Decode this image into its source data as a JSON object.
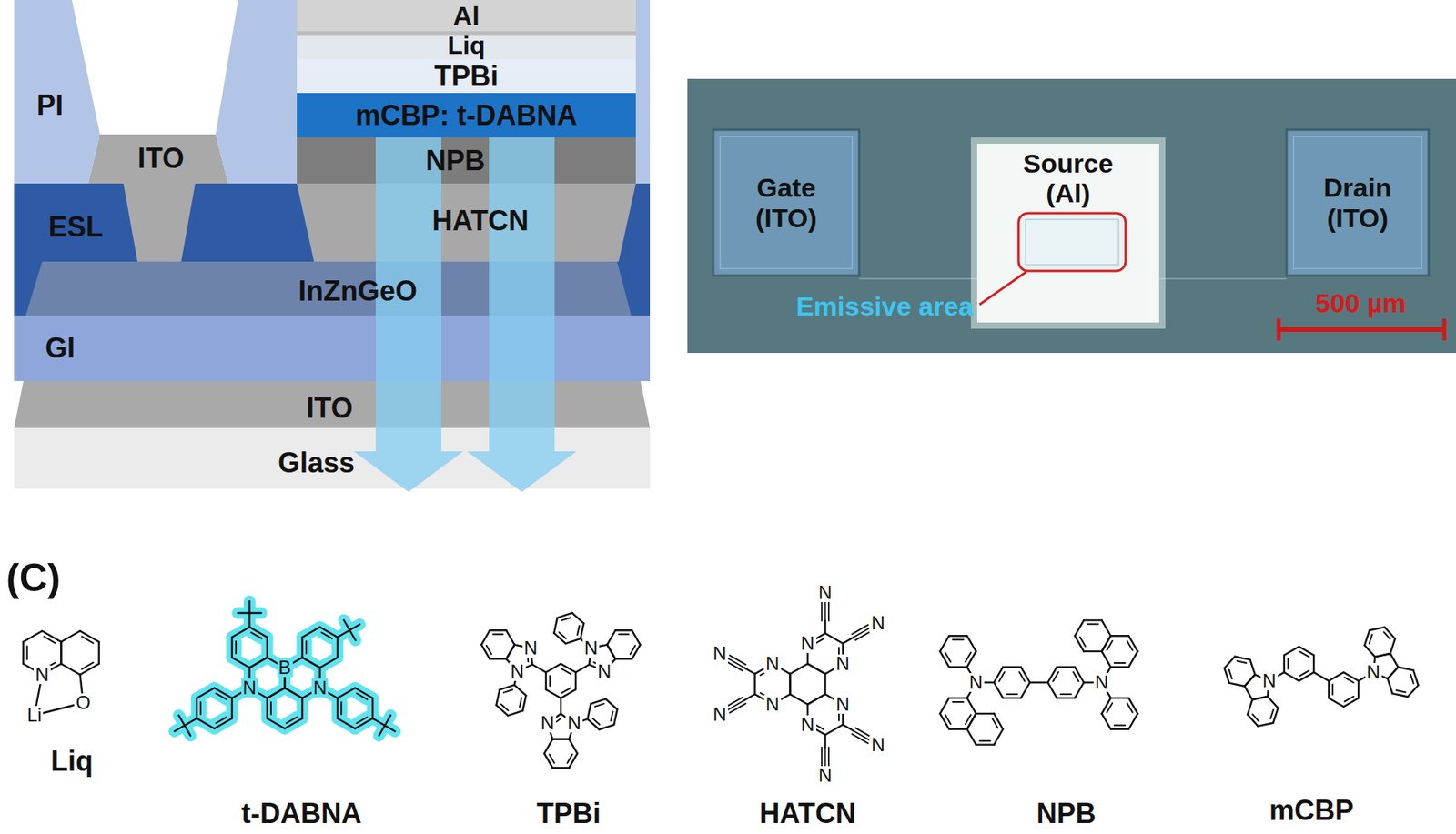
{
  "diagram": {
    "nodes": [
      {
        "text": [
          "PI"
        ]
      },
      {
        "text": [
          "Al"
        ]
      },
      {
        "text": [
          "Liq"
        ]
      },
      {
        "text": [
          "TPBi"
        ]
      },
      {
        "text": [
          "mCBP: t-DABNA"
        ]
      },
      {
        "text": [
          "ITO"
        ]
      },
      {
        "text": [
          "NPB"
        ]
      },
      {
        "text": [
          "ESL"
        ]
      },
      {
        "text": [
          "HATCN"
        ]
      },
      {
        "text": [
          "InZnGeO"
        ]
      },
      {
        "text": [
          "GI"
        ]
      },
      {
        "text": [
          "ITO"
        ]
      },
      {
        "text": [
          "Glass"
        ]
      },
      {
        "text": [
          "Gate (ITO)"
        ]
      },
      {
        "text": [
          "Source (Al)"
        ]
      },
      {
        "text": [
          "Drain (ITO)"
        ]
      }
    ],
    "labels": [
      "Emissive area",
      "500 µm",
      "(C)",
      "N",
      "Li",
      "O",
      "Liq",
      "N",
      "B",
      "N",
      "t-DABNA",
      "N",
      "N",
      "N",
      "N",
      "N",
      "N",
      "TPBi",
      "N",
      "N",
      "N",
      "N",
      "N",
      "N",
      "N",
      "N",
      "N",
      "N",
      "N",
      "N",
      "HATCN",
      "N",
      "N",
      "NPB",
      "N",
      "N",
      "mCBP"
    ]
  }
}
